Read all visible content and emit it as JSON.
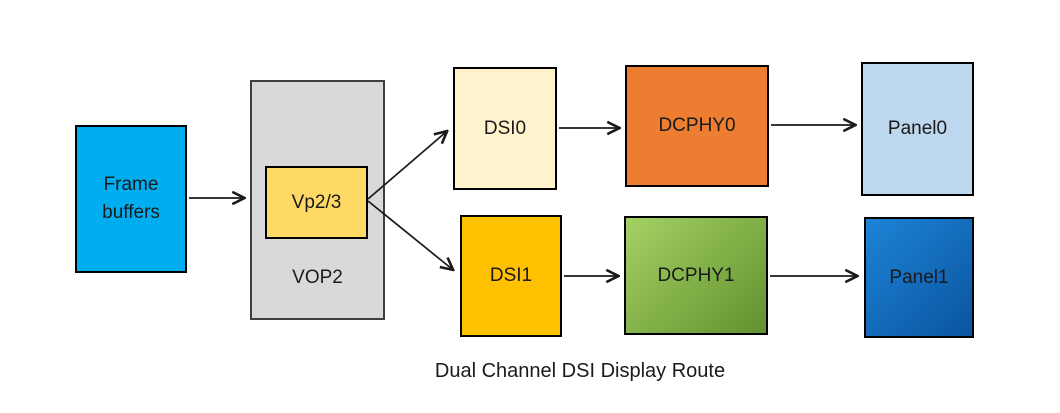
{
  "diagram": {
    "caption": "Dual Channel DSI Display Route",
    "nodes": {
      "frame_buffers": {
        "label": "Frame buffers",
        "color": "#00AEEF"
      },
      "vop2": {
        "label": "VOP2",
        "color": "#D9D9D9"
      },
      "vp23": {
        "label": "Vp2/3",
        "color": "#FFD966"
      },
      "dsi0": {
        "label": "DSI0",
        "color": "#FFF2CC"
      },
      "dcphy0": {
        "label": "DCPHY0",
        "color": "#ED7D31"
      },
      "panel0": {
        "label": "Panel0",
        "color": "#BDD7EE"
      },
      "dsi1": {
        "label": "DSI1",
        "color": "#FFC000"
      },
      "dcphy1": {
        "label": "DCPHY1",
        "color_start": "#A4D163",
        "color_end": "#62912F"
      },
      "panel1": {
        "label": "Panel1",
        "color_start": "#1E83D6",
        "color_end": "#0A55A0"
      }
    },
    "edges": [
      {
        "from": "frame_buffers",
        "to": "vp23"
      },
      {
        "from": "vp23",
        "to": "dsi0"
      },
      {
        "from": "vp23",
        "to": "dsi1"
      },
      {
        "from": "dsi0",
        "to": "dcphy0"
      },
      {
        "from": "dsi1",
        "to": "dcphy1"
      },
      {
        "from": "dcphy0",
        "to": "panel0"
      },
      {
        "from": "dcphy1",
        "to": "panel1"
      }
    ],
    "arrow_color": "#1a1a1a"
  }
}
